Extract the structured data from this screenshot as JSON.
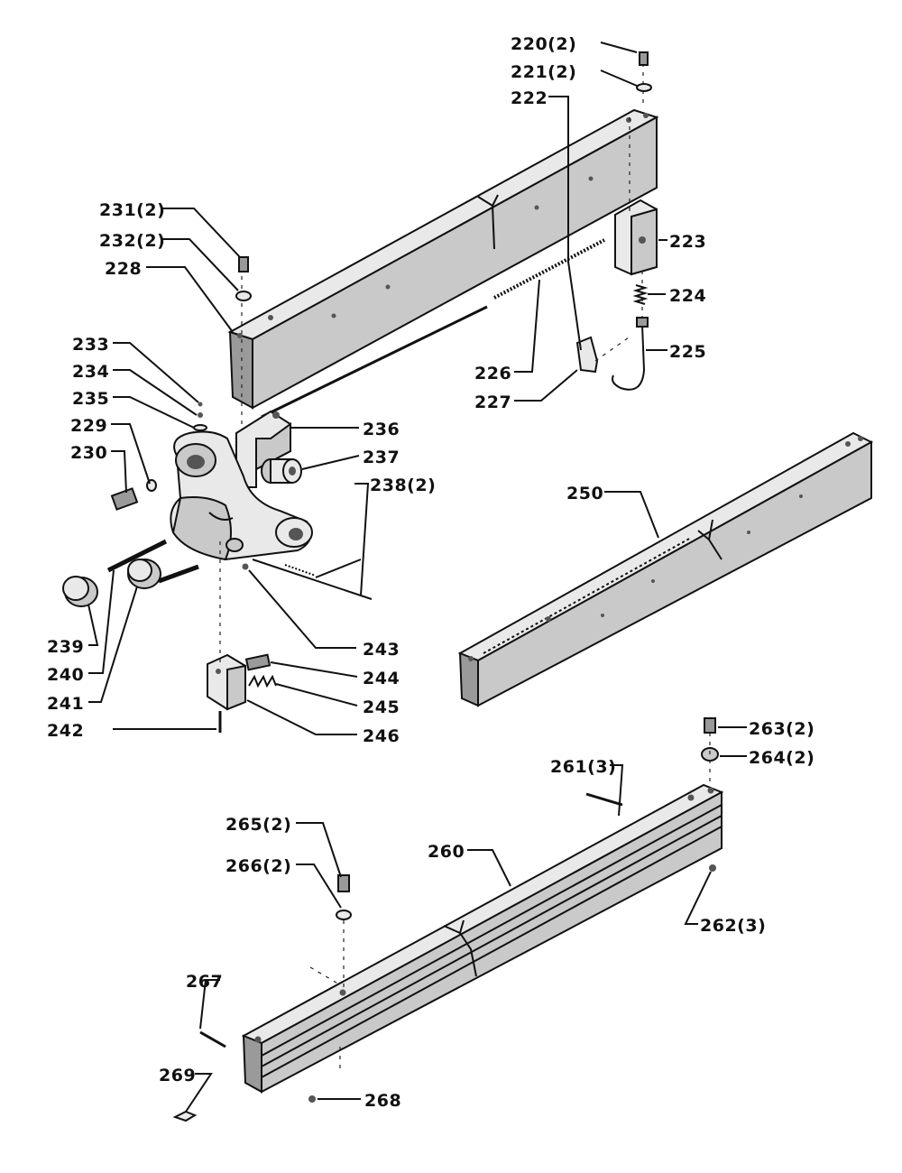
{
  "colors": {
    "ink": "#111111",
    "paper": "#ffffff",
    "shade_light": "#e9e9e9",
    "shade_mid": "#c9c9c9",
    "shade_dark": "#9a9a9a"
  },
  "labels": {
    "p220": "220(2)",
    "p221": "221(2)",
    "p222": "222",
    "p223": "223",
    "p224": "224",
    "p225": "225",
    "p226": "226",
    "p227": "227",
    "p228": "228",
    "p229": "229",
    "p230": "230",
    "p231": "231(2)",
    "p232": "232(2)",
    "p233": "233",
    "p234": "234",
    "p235": "235",
    "p236": "236",
    "p237": "237",
    "p238": "238(2)",
    "p239": "239",
    "p240": "240",
    "p241": "241",
    "p242": "242",
    "p243": "243",
    "p244": "244",
    "p245": "245",
    "p246": "246",
    "p250": "250",
    "p260": "260",
    "p261": "261(3)",
    "p262": "262(3)",
    "p263": "263(2)",
    "p264": "264(2)",
    "p265": "265(2)",
    "p266": "266(2)",
    "p267": "267",
    "p268": "268",
    "p269": "269"
  }
}
